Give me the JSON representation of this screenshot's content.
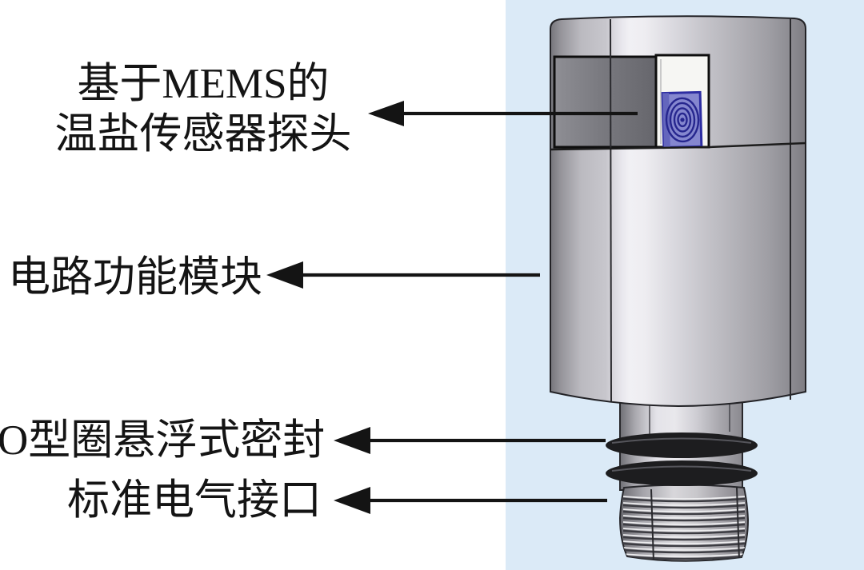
{
  "figure": {
    "labels": {
      "mems_probe": {
        "line1": "基于MEMS的",
        "line2": "温盐传感器探头"
      },
      "circuit_module": {
        "text": "电路功能模块"
      },
      "oring_seal": {
        "text": "O型圈悬浮式密封"
      },
      "electrical_interface": {
        "text": "标准电气接口"
      }
    },
    "colors": {
      "panel_background": "#dbeaf7",
      "page_background": "#ffffff",
      "annotation_black": "#141414",
      "metal_highlight": "#f1f0f4",
      "metal_shadow": "#75757b",
      "sensor_recess": "#7a7a80",
      "sensor_window": "#f6f6f3",
      "mems_chip_fill": "#8587cf",
      "mems_chip_border": "#2d2da2",
      "o_ring": "#1d1d1f"
    }
  }
}
